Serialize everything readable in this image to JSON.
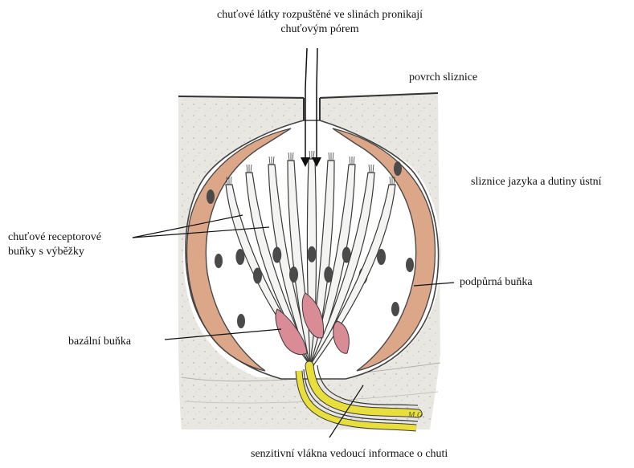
{
  "labels": {
    "top_line1": "chuťové látky rozpuštěné ve slinách pronikají",
    "top_line2": "chuťovým pórem",
    "surface": "povrch sliznice",
    "mucosa": "sliznice jazyka a dutiny ústní",
    "receptor_line1": "chuťové receptorové",
    "receptor_line2": "buňky s výběžky",
    "supporting": "podpůrná buňka",
    "basal": "bazální buňka",
    "sensory": "senzitivní vlákna vedoucí informace o chuti"
  },
  "signature": "M.O.",
  "colors": {
    "tissue": "#e6e4df",
    "bud": "#ffffff",
    "outline": "#3a3a3a",
    "supporting_cell": "#d9a07e",
    "basal_cell": "#d98c95",
    "nerve": "#e8df3c",
    "nucleus": "#4a4a4a"
  }
}
